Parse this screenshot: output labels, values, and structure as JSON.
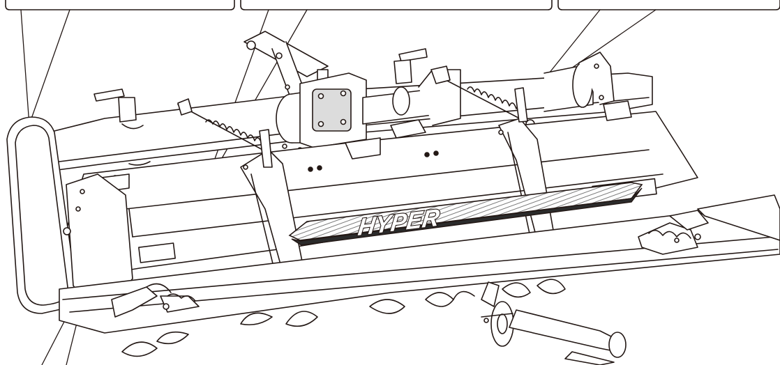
{
  "logo": {
    "text": "HYPER"
  },
  "colors": {
    "line": "#231815",
    "fill_light": "#f4f4f4",
    "fill_mid": "#dcdcdc",
    "fill_dark": "#2b2b2b",
    "background": "#ffffff"
  },
  "callouts": [
    {
      "name": "callout-box-left",
      "text": ""
    },
    {
      "name": "callout-box-center",
      "text": ""
    },
    {
      "name": "callout-box-right",
      "text": ""
    }
  ]
}
